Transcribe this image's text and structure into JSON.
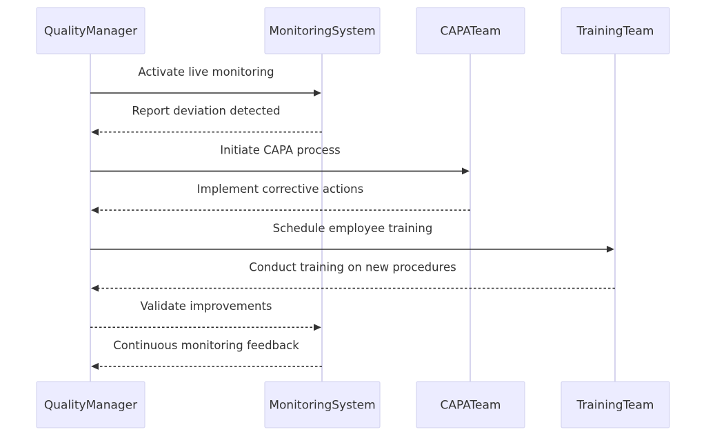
{
  "participants": [
    {
      "id": "qm",
      "label": "QualityManager"
    },
    {
      "id": "ms",
      "label": "MonitoringSystem"
    },
    {
      "id": "capa",
      "label": "CAPATeam"
    },
    {
      "id": "tt",
      "label": "TrainingTeam"
    }
  ],
  "messages": [
    {
      "from": "qm",
      "to": "ms",
      "label": "Activate live monitoring",
      "style": "solid"
    },
    {
      "from": "ms",
      "to": "qm",
      "label": "Report deviation detected",
      "style": "dotted"
    },
    {
      "from": "qm",
      "to": "capa",
      "label": "Initiate CAPA process",
      "style": "solid"
    },
    {
      "from": "capa",
      "to": "qm",
      "label": "Implement corrective actions",
      "style": "dotted"
    },
    {
      "from": "qm",
      "to": "tt",
      "label": "Schedule employee training",
      "style": "solid"
    },
    {
      "from": "tt",
      "to": "qm",
      "label": "Conduct training on new procedures",
      "style": "dotted"
    },
    {
      "from": "qm",
      "to": "ms",
      "label": "Validate improvements",
      "style": "dotted"
    },
    {
      "from": "ms",
      "to": "qm",
      "label": "Continuous monitoring feedback",
      "style": "dotted"
    }
  ],
  "colors": {
    "actor_fill": "#ececff",
    "actor_border": "#cfcfee",
    "lifeline": "#d6d4ee",
    "text": "#333333",
    "line": "#333333"
  }
}
